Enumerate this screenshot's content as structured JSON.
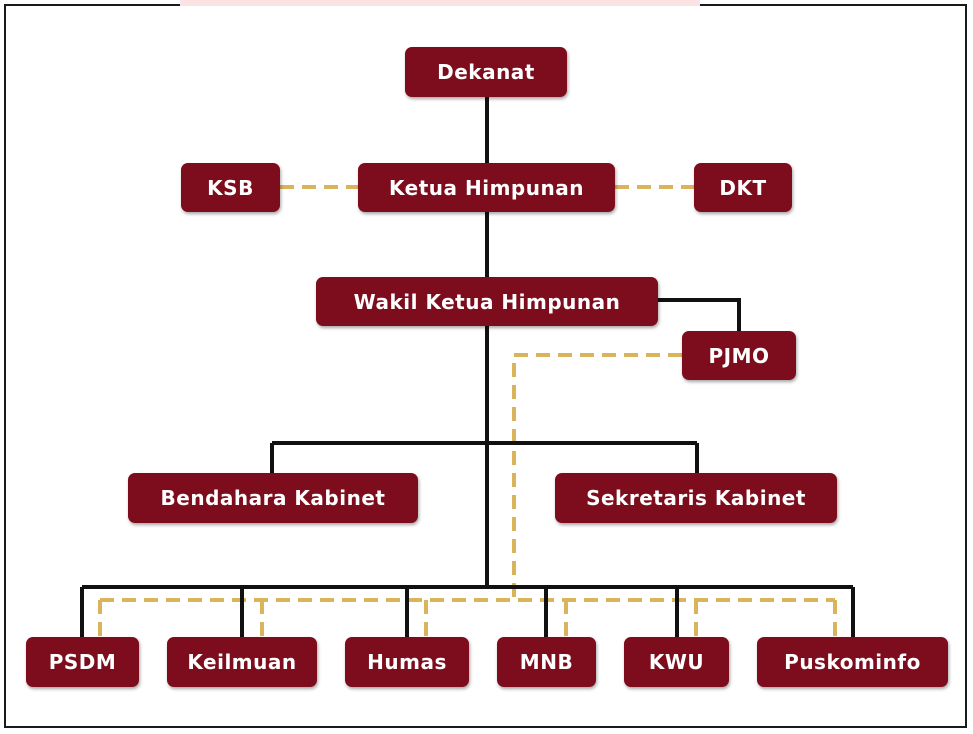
{
  "org_chart": {
    "dekanat": "Dekanat",
    "ketua": "Ketua Himpunan",
    "ksb": "KSB",
    "dkt": "DKT",
    "wakil": "Wakil Ketua Himpunan",
    "pjmo": "PJMO",
    "bendahara": "Bendahara Kabinet",
    "sekretaris": "Sekretaris Kabinet",
    "divisions": [
      "PSDM",
      "Keilmuan",
      "Humas",
      "MNB",
      "KWU",
      "Puskominfo"
    ]
  },
  "colors": {
    "box": "#7d0c1c",
    "solid_line": "#111111",
    "dashed_line": "#d9b45a"
  }
}
